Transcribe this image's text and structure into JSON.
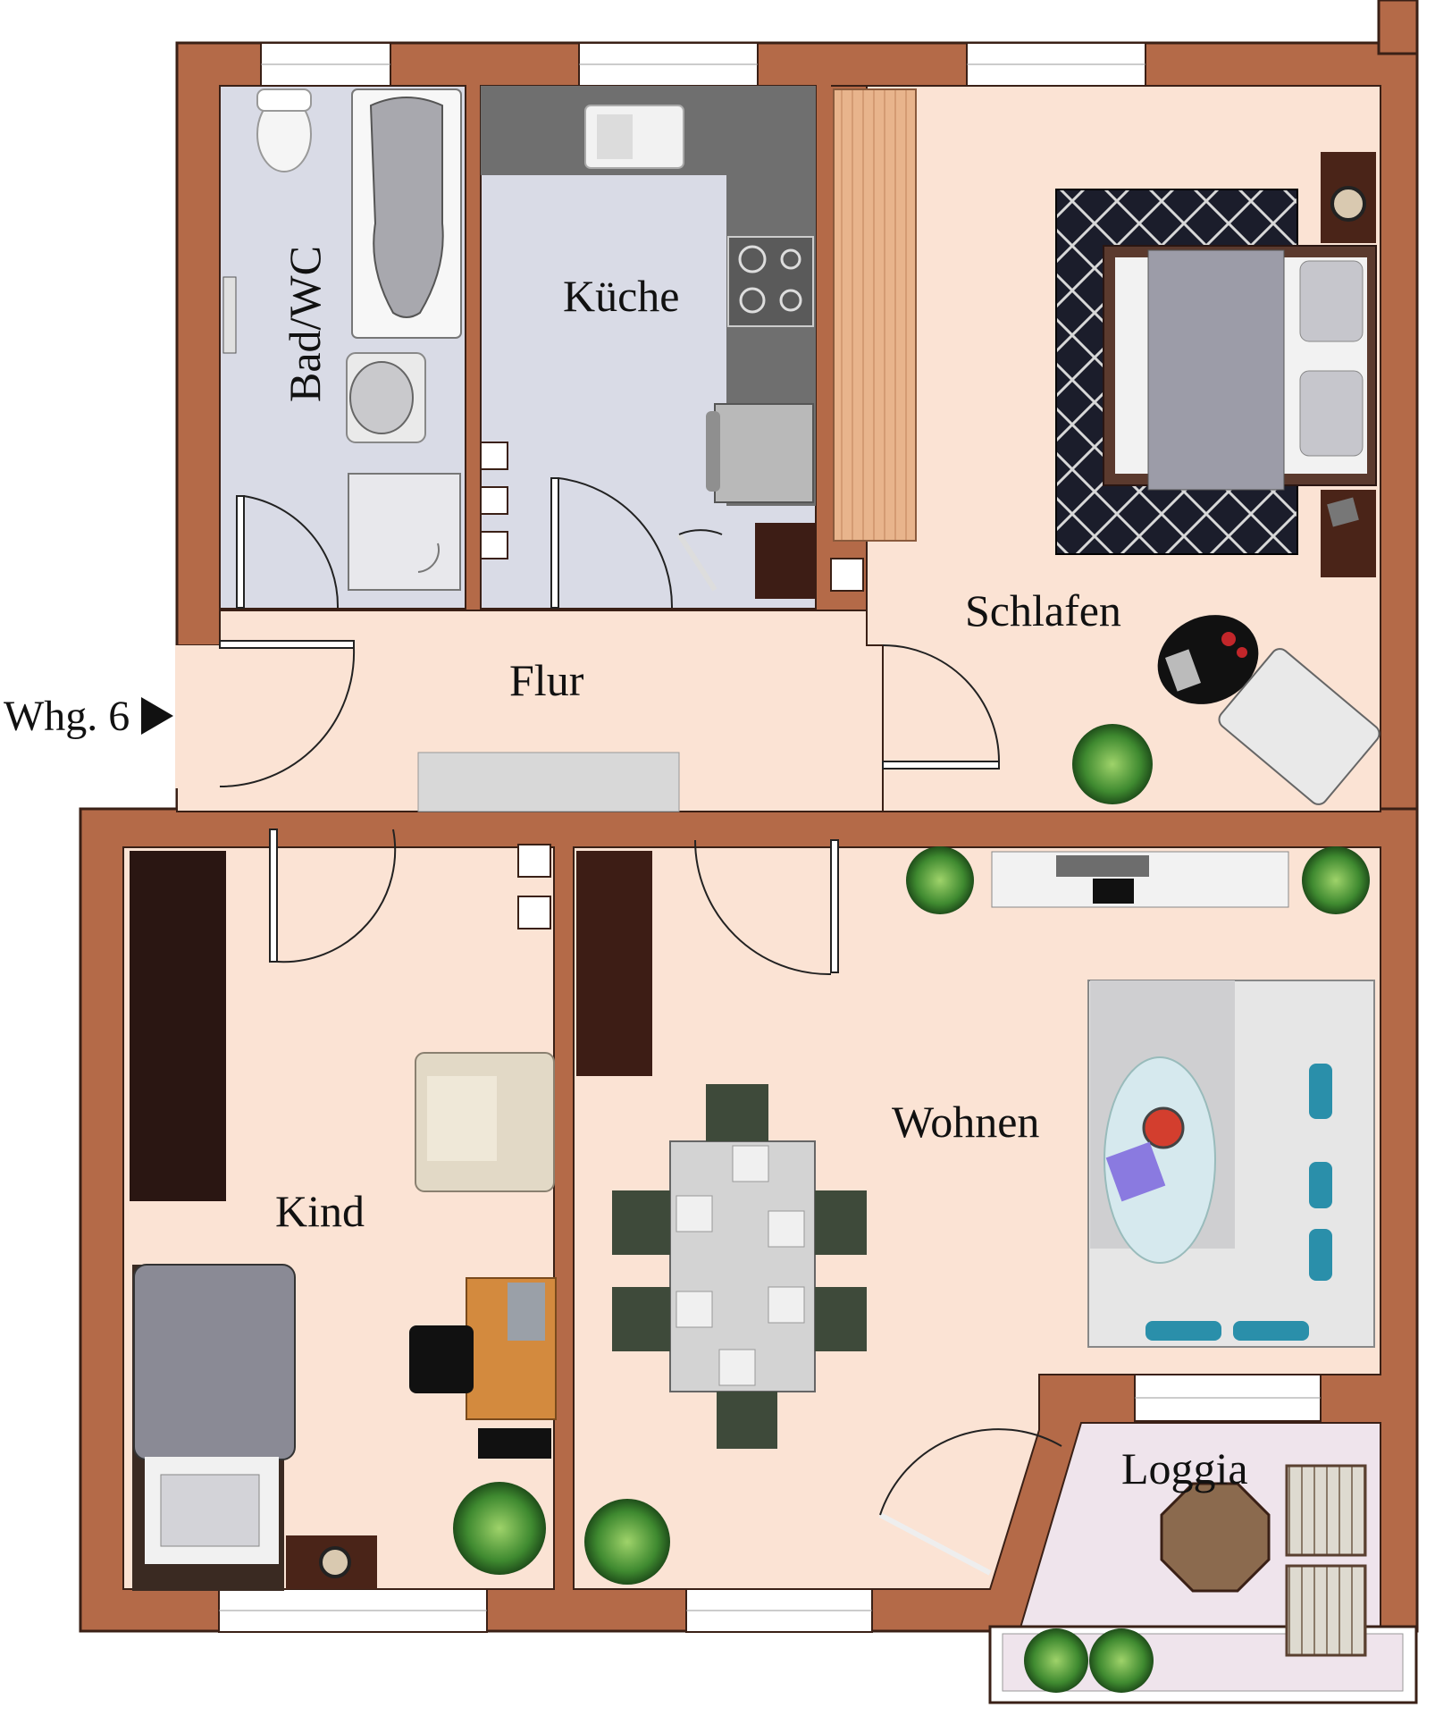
{
  "plan": {
    "entrance_label": "Whg. 6",
    "rooms": {
      "bad": "Bad/WC",
      "kueche": "Küche",
      "schlafen": "Schlafen",
      "flur": "Flur",
      "kind": "Kind",
      "wohnen": "Wohnen",
      "loggia": "Loggia"
    }
  },
  "colors": {
    "wall": "#b46a48",
    "wall_dark": "#3a2016",
    "floor_warm": "#fbe3d4",
    "floor_wet": "#d9dbe6",
    "floor_loggia": "#efe4ec",
    "counter_dark": "#6f6f6f",
    "wardrobe": "#2a1612",
    "wood_light": "#e7bd95",
    "plant": "#3e8a32"
  }
}
